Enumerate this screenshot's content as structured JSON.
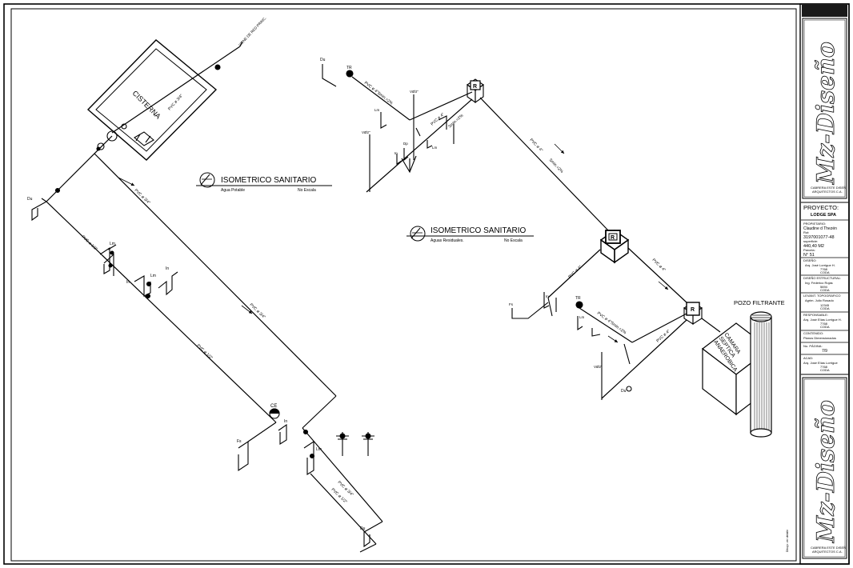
{
  "potable": {
    "title": "ISOMETRICO SANITARIO",
    "subtitle": "Agua Potable",
    "scale": "No Escala",
    "cistern_label": "CISTERNA",
    "feed_label": "VIENE DE RED PRINC.",
    "pipe_34_a": "PVC ø 3/4\"",
    "pipe_34_b": "PVC ø 3/4\"",
    "pipe_34_c": "PVC ø 3/4\"",
    "pipe_12_a": "PVC ø 1/2\"",
    "pipe_12_b": "PVC ø 1/2\"",
    "pipe_12_c": "PVC ø 1/2\"",
    "pipe_34_d": "PVC ø 3/4\"",
    "ce_label": "CE",
    "fix_du1": "Du",
    "fix_du2": "Du",
    "fix_lm1": "Lm",
    "fix_lm2": "Lm",
    "fix_lm3": "Lm",
    "fix_in1": "In",
    "fix_in2": "In",
    "fix_in3": "In",
    "fix_fs": "Fs"
  },
  "waste": {
    "title": "ISOMETRICO SANITARIO",
    "subtitle": "Aguas Residuales.",
    "scale": "No Escala",
    "box_label": "R",
    "tr_label_1": "TR",
    "tr_label_2": "TR",
    "du_label_1": "Du",
    "du_label_2": "Du",
    "vent_1": "VØ3\"",
    "vent_2": "VØ2\"",
    "vent_3": "VØ2\"",
    "pipe_4_a": "PVC ø 4\"",
    "pipe_4_b": "PVC ø 4\"",
    "pipe_4_c": "PVC ø 4\"",
    "pipe_4_d": "PVC ø 4\"",
    "pipe_4_e": "PVC ø 4\"",
    "slope_1": "Smin.=2%",
    "slope_2": "Smin.=2%",
    "slope_3": "Smin.=2%",
    "pipe_4_slope_a": "PVC ø 4\"Smin.=2%",
    "pipe_4_slope_b": "PVC ø 4\"Smin.=2%",
    "pipe_4_slope_c": "PVC ø 4\"Smin.=2%",
    "fix_lm1": "Lm",
    "fix_lm2": "Lm",
    "fix_lm3": "Lm",
    "fix_in1": "In",
    "fix_in2": "In",
    "fix_dp": "Dp",
    "fix_fs": "Fs",
    "tank_label_1": "CAMARA",
    "tank_label_2": "SEPTICA",
    "tank_label_3": "ANAEROBICA",
    "well_label": "POZO FILTRANTE"
  },
  "title_block": {
    "logo_text": "Mz-Diseño",
    "logo_sub_1": "CABRERA ESTE DISEÑ",
    "logo_sub_2": "ARQUITECTOS C.A.",
    "project_label": "PROYECTO:",
    "project_name": "LODGE SPA",
    "owner_label": "PROPIETARIO:",
    "owner_name": "Claudine d Thezén",
    "rut_label": "Rut:",
    "rut_value": "3197001077-48",
    "area_label": "superficie:",
    "area_value": "440,40 M2",
    "parcel_label": "Parcela:",
    "parcel_value": "N° 51",
    "design_label": "DISEÑO:",
    "design_name": "Arq. José Lorrigue H.",
    "design_code": "7768",
    "design_org": "CODA",
    "struct_label": "DISEÑO ESTRUCTURAL:",
    "struct_name": "Ing. Federico Rojas",
    "struct_code": "5694",
    "struct_org": "CODA",
    "topo_label": "LEVANT. TOPOGRAFICO",
    "topo_name": "Agrim. Julio Rosado",
    "topo_code": "12345",
    "topo_org": "CODA",
    "resp_label": "RESPONSABLE:",
    "resp_name": "Arq. José Elías Lorrigue H.",
    "resp_code": "7768",
    "resp_org": "CODA",
    "content_label": "CONTENIDO:",
    "content_value": "Planos Dimensionados",
    "sheet_label": "No. PÁGINA:",
    "sheet_value": "7/9",
    "seal_label": "ACAD:",
    "seal_name": "Arq. José Elías Lorrigue",
    "seal_code": "7768",
    "seal_org": "CODA",
    "vertical_note": "Dibujo: ver detalle"
  }
}
